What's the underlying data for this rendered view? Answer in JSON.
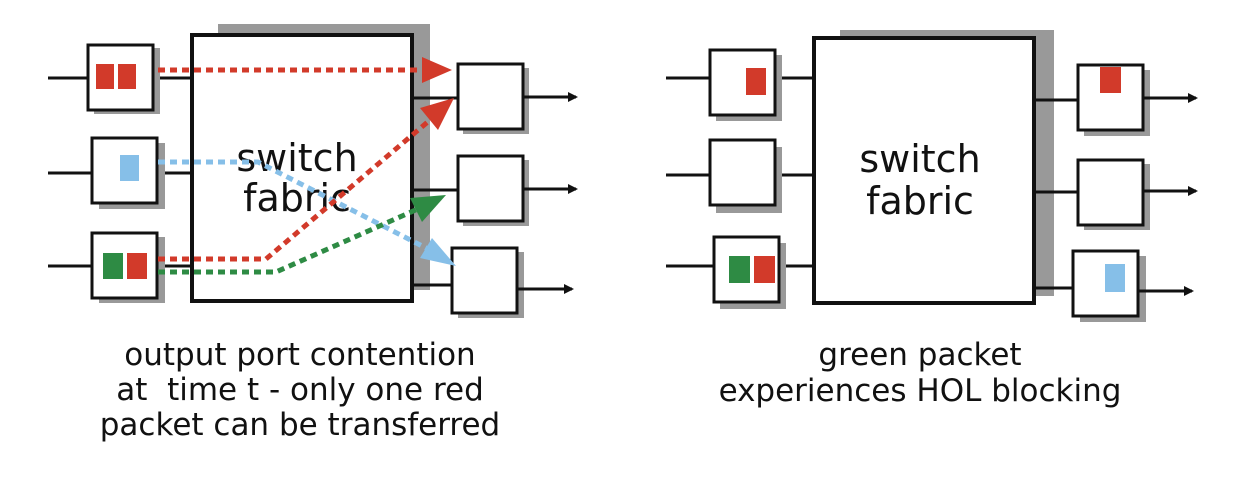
{
  "colors": {
    "red": "#d23a2a",
    "green": "#2e8b44",
    "blue": "#86bfe8",
    "shadow": "#999999",
    "outline": "#111111",
    "background": "#ffffff"
  },
  "left_diagram": {
    "fabric_label_line1": "switch",
    "fabric_label_line2": "fabric",
    "caption_line1": "output port contention",
    "caption_line2": "at  time t - only one red",
    "caption_line3": "packet can be transferred",
    "inputs": [
      {
        "packets": [
          "red",
          "red"
        ]
      },
      {
        "packets": [
          "blue"
        ]
      },
      {
        "packets": [
          "green",
          "red"
        ]
      }
    ],
    "outputs": [
      {
        "packets": []
      },
      {
        "packets": []
      },
      {
        "packets": []
      }
    ],
    "flows": [
      {
        "from_input": 1,
        "to_output": 1,
        "color": "red"
      },
      {
        "from_input": 3,
        "to_output": 1,
        "color": "red"
      },
      {
        "from_input": 3,
        "to_output": 2,
        "color": "green"
      },
      {
        "from_input": 2,
        "to_output": 3,
        "color": "blue"
      }
    ]
  },
  "right_diagram": {
    "fabric_label_line1": "switch",
    "fabric_label_line2": "fabric",
    "caption_line1": "green packet",
    "caption_line2": "experiences HOL blocking",
    "inputs": [
      {
        "packets": [
          "red"
        ]
      },
      {
        "packets": []
      },
      {
        "packets": [
          "green",
          "red"
        ]
      }
    ],
    "outputs": [
      {
        "packets": [
          "red"
        ]
      },
      {
        "packets": []
      },
      {
        "packets": [
          "blue"
        ]
      }
    ]
  }
}
